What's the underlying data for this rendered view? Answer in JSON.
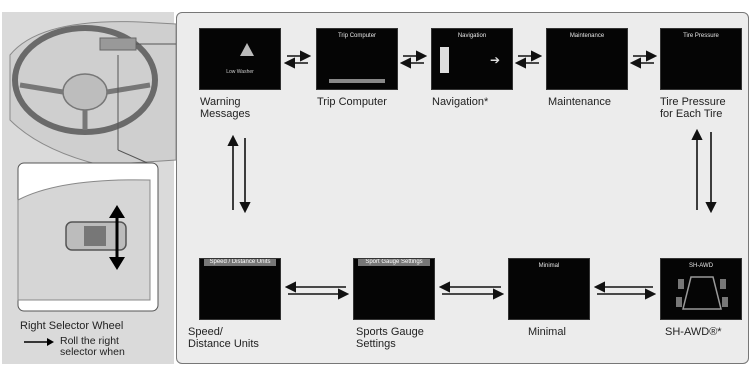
{
  "screens_top": [
    {
      "label": "Warning\nMessages",
      "title": "",
      "lines": [
        "Low Washer"
      ]
    },
    {
      "label": "Trip Computer",
      "title": "Trip Computer",
      "lines": [
        ""
      ]
    },
    {
      "label": "Navigation*",
      "title": "Navigation",
      "lines": [
        ""
      ]
    },
    {
      "label": "Maintenance",
      "title": "Maintenance",
      "lines": [
        ""
      ]
    },
    {
      "label": "Tire Pressure\nfor Each Tire",
      "title": "Tire Pressure",
      "lines": [
        ""
      ]
    }
  ],
  "screens_bottom": [
    {
      "label": "Speed/\nDistance Units",
      "title": "Speed / Distance Units",
      "lines": [
        "",
        ""
      ]
    },
    {
      "label": "Sports Gauge\nSettings",
      "title": "Sport Gauge Settings",
      "lines": [
        "",
        ""
      ]
    },
    {
      "label": "Minimal",
      "title": "Minimal",
      "lines": []
    },
    {
      "label": "SH-AWD®*",
      "title": "SH-AWD",
      "lines": []
    }
  ],
  "side": {
    "wheel_label": "Right Selector Wheel",
    "instruction": "Roll the right\nselector when"
  },
  "colors": {
    "panel": "#ececec",
    "left_panel": "#dadada",
    "screen": "#050505",
    "arrow": "#111111"
  }
}
